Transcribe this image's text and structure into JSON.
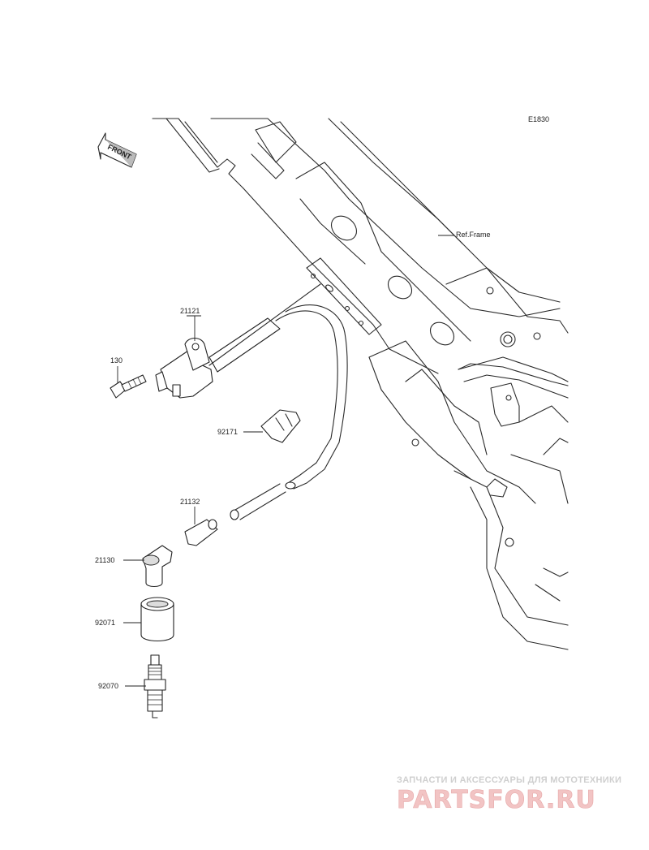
{
  "diagram": {
    "code": "E1830",
    "frame_ref": "Ref.Frame",
    "front_label": "FRONT",
    "parts": [
      {
        "number": "21121"
      },
      {
        "number": "130"
      },
      {
        "number": "92171"
      },
      {
        "number": "21132"
      },
      {
        "number": "21130"
      },
      {
        "number": "92071"
      },
      {
        "number": "92070"
      }
    ]
  },
  "watermark": {
    "top_line": "ЗАПЧАСТИ И АКСЕССУАРЫ ДЛЯ МОТОТЕХНИКИ",
    "brand": "PARTSFOR.RU"
  }
}
